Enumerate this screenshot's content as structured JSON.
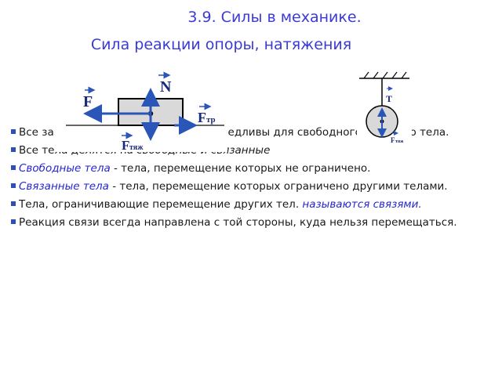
{
  "header": {
    "title": "3.9. Силы в механике.",
    "subtitle": "Сила реакции опоры, натяжения"
  },
  "diagram": {
    "label_N": "N",
    "label_F": "F",
    "label_F_tr_main": "F",
    "label_F_tr_sub": "тр",
    "label_F_tyazh_main": "F",
    "label_F_tyazh_sub": "тяж",
    "label_T": "T",
    "label_F_small": "F",
    "label_F_small_sub": "тяж"
  },
  "bullets": [
    {
      "text": "Все законы механики Ньютона справедливы для свободного твердого тела."
    },
    {
      "pre": "Все тела делятся на ",
      "em": "свободные и связанные"
    },
    {
      "hl": "Свободные тела",
      "post": " - тела, перемещение которых не ограничено."
    },
    {
      "hl": "Связанные тела",
      "post": " - тела, перемещение которых ограничено другими телами."
    },
    {
      "pre": "Тела, ограничивающие перемещение других тел. ",
      "hl": "называются связями."
    },
    {
      "text": "Реакция связи всегда направлена с той стороны, куда нельзя перемещаться."
    }
  ]
}
